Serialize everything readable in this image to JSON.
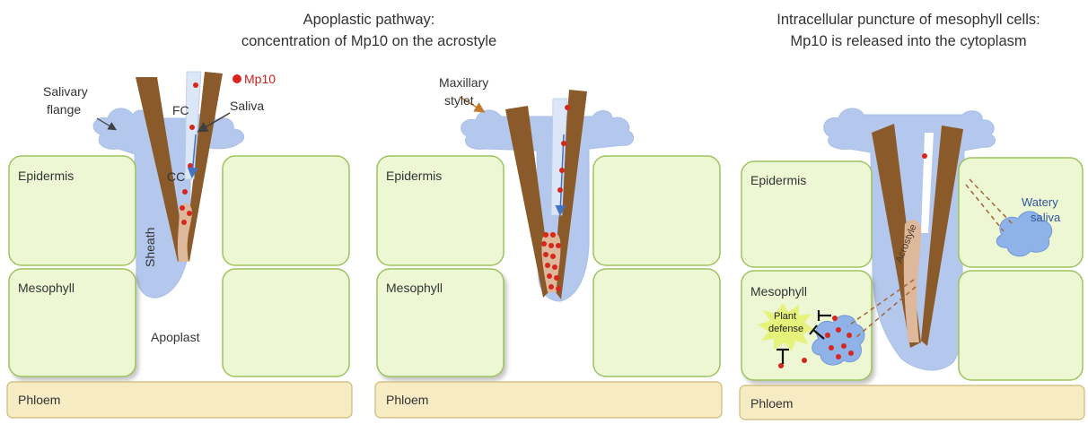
{
  "titles": {
    "center_line1": "Apoplastic pathway:",
    "center_line2": "concentration of Mp10 on the acrostyle",
    "right_line1": "Intracellular puncture of mesophyll cells:",
    "right_line2": "Mp10 is released into the cytoplasm"
  },
  "labels": {
    "mp10": "Mp10",
    "salivary_flange_1": "Salivary",
    "salivary_flange_2": "flange",
    "fc": "FC",
    "saliva": "Saliva",
    "cc": "CC",
    "sheath": "Sheath",
    "epidermis": "Epidermis",
    "mesophyll": "Mesophyll",
    "apoplast": "Apoplast",
    "phloem": "Phloem",
    "maxillary_1": "Maxillary",
    "maxillary_2": "stylet",
    "acrostyle": "Acrostyle",
    "watery_1": "Watery",
    "watery_2": "saliva",
    "plant_defense_1": "Plant",
    "plant_defense_2": "defense"
  },
  "colors": {
    "cell_fill": "#eef7d4",
    "cell_stroke": "#9cc35c",
    "phloem_fill": "#f7ebc4",
    "phloem_stroke": "#cdb775",
    "saliva_fill": "#b3c8ec",
    "stylet": "#8b5a2b",
    "acrostyle": "#deb89a",
    "mp10": "#d9261c",
    "defense_burst": "#e6f27a"
  }
}
